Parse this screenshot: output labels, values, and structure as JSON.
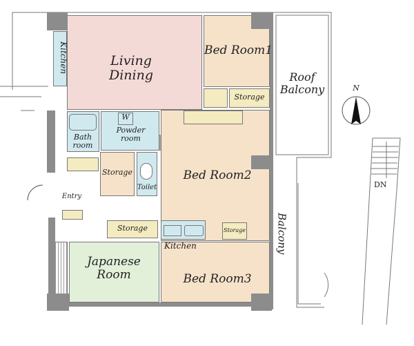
{
  "rooms": {
    "living": {
      "line1": "Living",
      "line2": "Dining"
    },
    "kitchen_top": "Kitchen",
    "bedroom1": "Bed Room1",
    "storage_br1": "Storage",
    "roof_balcony": {
      "line1": "Roof",
      "line2": "Balcony"
    },
    "washer": "W",
    "powder": {
      "line1": "Powder",
      "line2": "room"
    },
    "bath": {
      "line1": "Bath",
      "line2": "room"
    },
    "storage_mid": "Storage",
    "toilet": "Toilet",
    "bedroom2": "Bed Room2",
    "entry": "Entry",
    "storage_low": "Storage",
    "storage_small": "Storage",
    "kitchen_bottom": "Kitchen",
    "japanese": {
      "line1": "Japanese",
      "line2": "Room"
    },
    "bedroom3": "Bed Room3",
    "balcony": "Balcony"
  },
  "compass": {
    "north": "N"
  },
  "stairs": {
    "down": "DN"
  },
  "colors": {
    "living": "#f4dad6",
    "bedroom": "#f6e2c9",
    "wet": "#d0e9ef",
    "storage": "#f4ecc0",
    "japanese": "#e2f0da",
    "wall": "#8c8c8c"
  }
}
